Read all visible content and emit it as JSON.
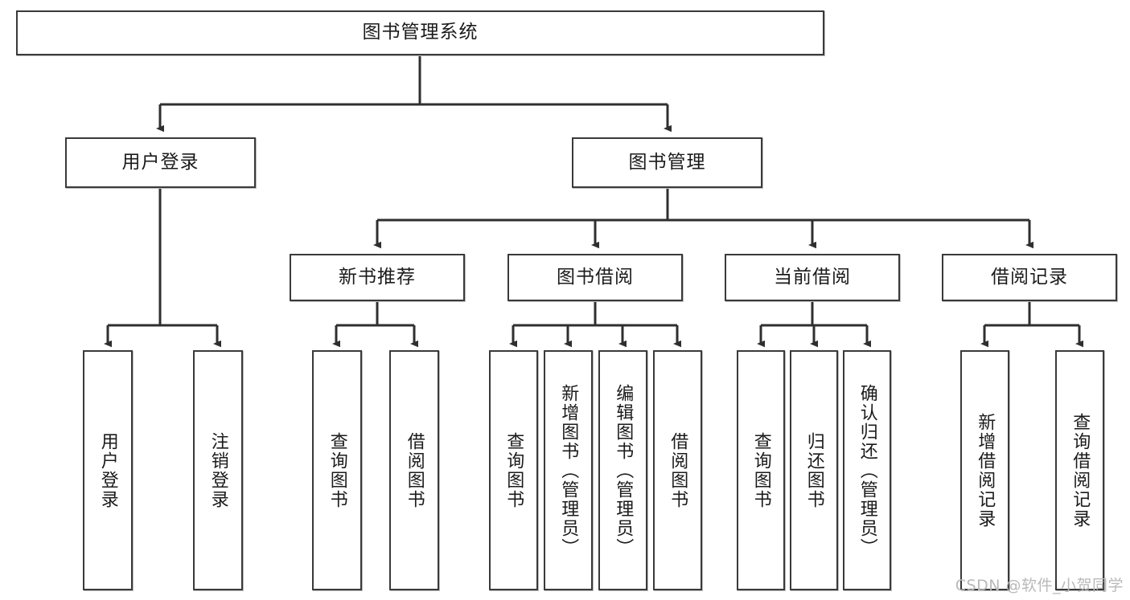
{
  "diagram": {
    "title": "图书管理系统",
    "type": "tree-hierarchy",
    "watermark": "CSDN @软件_小贺同学",
    "colors": {
      "border": "#3a3a3a",
      "fill": "#ffffff",
      "text": "#1b1b1b",
      "edge": "#2f2f2f",
      "watermark": "#b9b9b9"
    },
    "nodes": {
      "root": {
        "label": "图书管理系统"
      },
      "level2": [
        {
          "id": "user-login",
          "label": "用户登录"
        },
        {
          "id": "book-manage",
          "label": "图书管理"
        }
      ],
      "level3": [
        {
          "id": "new-book-recommend",
          "label": "新书推荐"
        },
        {
          "id": "book-borrow",
          "label": "图书借阅"
        },
        {
          "id": "current-borrow",
          "label": "当前借阅"
        },
        {
          "id": "borrow-record",
          "label": "借阅记录"
        }
      ],
      "leaves": {
        "user_login": [
          {
            "id": "leaf-user-login",
            "label": "用户登录"
          },
          {
            "id": "leaf-user-logout",
            "label": "注销登录"
          }
        ],
        "new_book_recommend": [
          {
            "id": "leaf-query-book-1",
            "label": "查询图书"
          },
          {
            "id": "leaf-borrow-book-1",
            "label": "借阅图书"
          }
        ],
        "book_borrow": [
          {
            "id": "leaf-query-book-2",
            "label": "查询图书"
          },
          {
            "id": "leaf-add-book",
            "label": "新增图书（管理员）"
          },
          {
            "id": "leaf-edit-book",
            "label": "编辑图书（管理员）"
          },
          {
            "id": "leaf-borrow-book-2",
            "label": "借阅图书"
          }
        ],
        "current_borrow": [
          {
            "id": "leaf-query-book-3",
            "label": "查询图书"
          },
          {
            "id": "leaf-return-book",
            "label": "归还图书"
          },
          {
            "id": "leaf-confirm-return",
            "label": "确认归还（管理员）"
          }
        ],
        "borrow_record": [
          {
            "id": "leaf-add-record",
            "label": "新增借阅记录"
          },
          {
            "id": "leaf-query-record",
            "label": "查询借阅记录"
          }
        ]
      }
    }
  }
}
